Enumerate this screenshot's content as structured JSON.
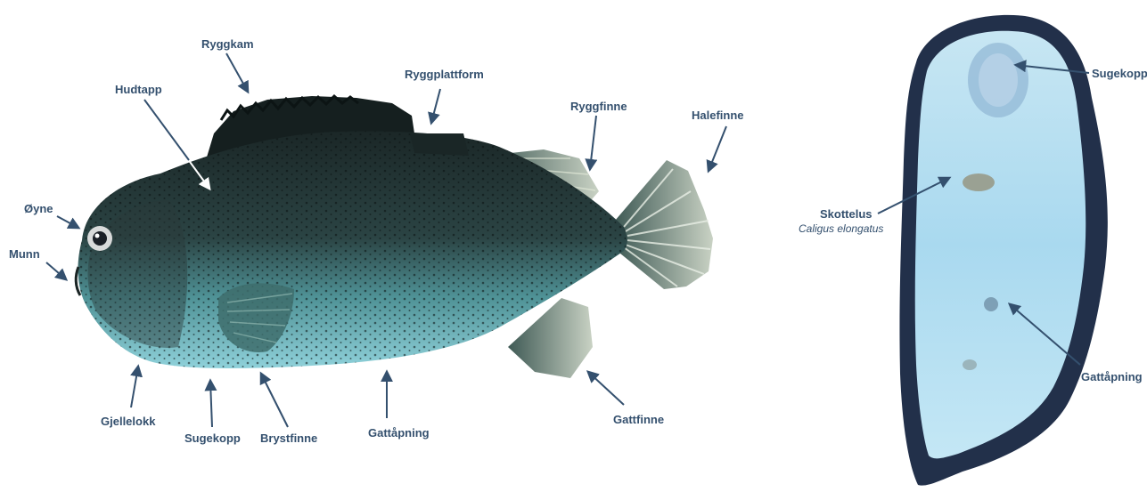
{
  "labels": {
    "ryggkam": "Ryggkam",
    "hudtapp": "Hudtapp",
    "ryggplattform": "Ryggplattform",
    "ryggfinne": "Ryggfinne",
    "halefinne": "Halefinne",
    "oyne": "Øyne",
    "munn": "Munn",
    "gjellelokk": "Gjellelokk",
    "sugekopp_side": "Sugekopp",
    "brystfinne": "Brystfinne",
    "gattapning_side": "Gattåpning",
    "gattfinne": "Gattfinne",
    "sugekopp_ventral": "Sugekopp",
    "skottelus": "Skottelus",
    "skottelus_latin": "Caligus elongatus",
    "gattapning_ventral": "Gattåpning"
  },
  "colors": {
    "label": "#34506e",
    "fish_dark": "#1c2a2a",
    "fish_teal": "#5fa7a9",
    "fish_belly": "#8ed0d8",
    "ventral_light": "#b7e0f2",
    "ventral_edge": "#22304a"
  }
}
